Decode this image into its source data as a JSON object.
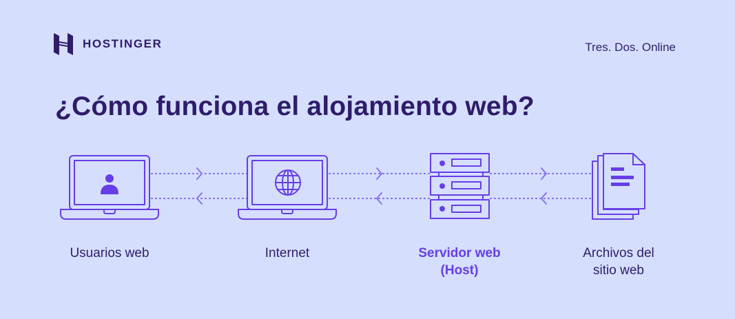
{
  "brand": {
    "name": "HOSTINGER",
    "logo_icon": "hostinger-h-logo"
  },
  "header": {
    "tagline": "Tres. Dos. Online"
  },
  "title": "¿Cómo funciona el alojamiento web?",
  "colors": {
    "background": "#d5dffd",
    "text": "#2f1c6a",
    "accent": "#673de6"
  },
  "nodes": [
    {
      "id": "users",
      "icon": "laptop-user-icon",
      "label_line1": "Usuarios web",
      "label_line2": ""
    },
    {
      "id": "internet",
      "icon": "laptop-globe-icon",
      "label_line1": "Internet",
      "label_line2": ""
    },
    {
      "id": "server",
      "icon": "server-stack-icon",
      "label_line1": "Servidor web",
      "label_line2": "(Host)",
      "highlighted": true
    },
    {
      "id": "files",
      "icon": "documents-icon",
      "label_line1": "Archivos del",
      "label_line2": "sitio web"
    }
  ],
  "connections": [
    {
      "from": "users",
      "to": "internet",
      "arrows": [
        "forward",
        "backward"
      ]
    },
    {
      "from": "internet",
      "to": "server",
      "arrows": [
        "forward",
        "backward"
      ]
    },
    {
      "from": "server",
      "to": "files",
      "arrows": [
        "forward",
        "backward"
      ]
    }
  ]
}
